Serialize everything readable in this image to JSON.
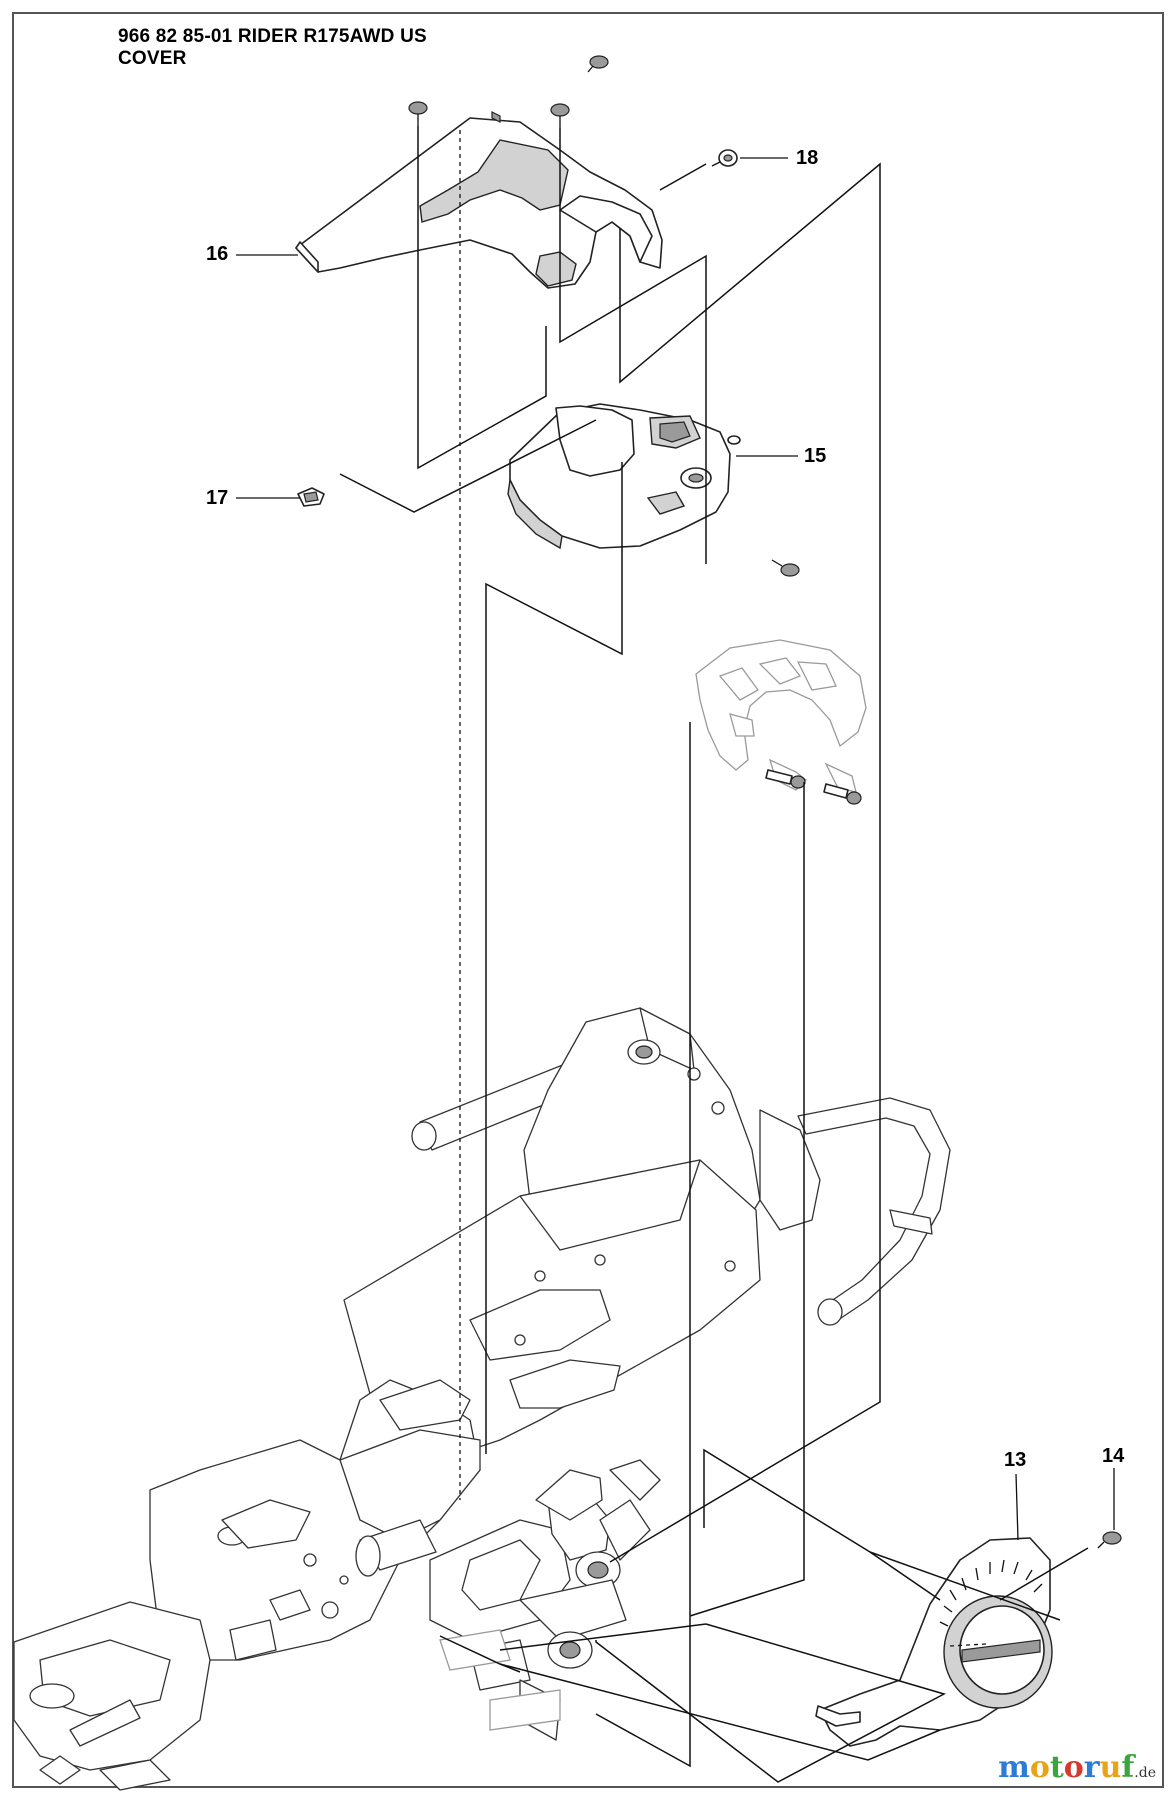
{
  "header": {
    "line1": "966 82 85-01 RIDER R175AWD US",
    "line2": "COVER"
  },
  "callouts": [
    {
      "id": "13",
      "label": "13"
    },
    {
      "id": "14",
      "label": "14"
    },
    {
      "id": "15",
      "label": "15"
    },
    {
      "id": "16",
      "label": "16"
    },
    {
      "id": "17",
      "label": "17"
    },
    {
      "id": "18",
      "label": "18"
    }
  ],
  "brand": {
    "letters": [
      "m",
      "o",
      "t",
      "o",
      "r",
      "u",
      "f"
    ],
    "letter_colors": [
      "#2e7bd6",
      "#e8a317",
      "#3aa53a",
      "#d63a2e",
      "#2e7bd6",
      "#e8a317",
      "#3aa53a"
    ],
    "suffix": ".de"
  }
}
